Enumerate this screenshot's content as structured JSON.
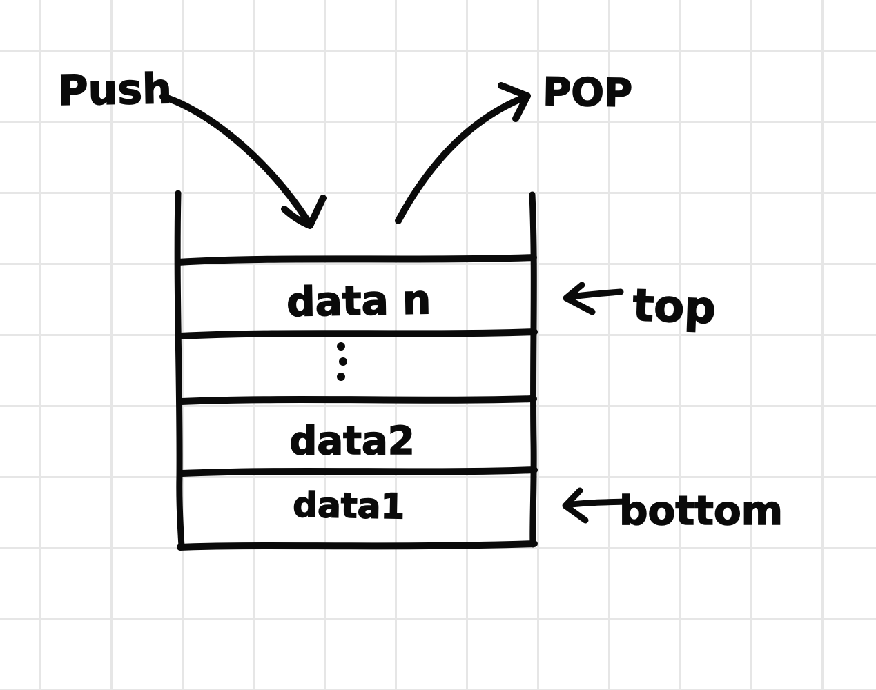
{
  "diagram": {
    "type": "hand-drawn stack (LIFO) data structure sketch",
    "push_label": "Push",
    "pop_label": "POP",
    "top_pointer_label": "top",
    "bottom_pointer_label": "bottom",
    "cells": [
      {
        "label": "data n",
        "pointer": "top"
      },
      {
        "label": "⋮"
      },
      {
        "label": "data2"
      },
      {
        "label": "data1",
        "pointer": "bottom"
      }
    ]
  },
  "colors": {
    "ink": "#0a0a0a",
    "grid_line": "#e6e6e6",
    "background": "#ffffff"
  }
}
